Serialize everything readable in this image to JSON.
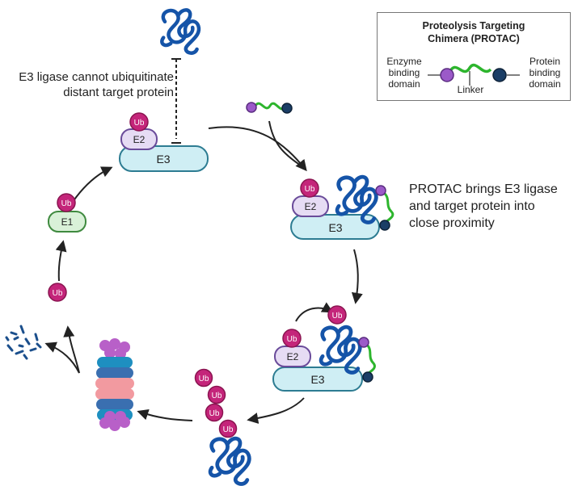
{
  "legend": {
    "title_line1": "Proteolysis Targeting",
    "title_line2": "Chimera (PROTAC)",
    "enzyme_line1": "Enzyme",
    "enzyme_line2": "binding",
    "enzyme_line3": "domain",
    "protein_line1": "Protein",
    "protein_line2": "binding",
    "protein_line3": "domain",
    "linker": "Linker"
  },
  "notes": {
    "distant_line1": "E3 ligase cannot ubiquitinate",
    "distant_line2": "distant target protein",
    "proximity_line1": "PROTAC brings E3 ligase",
    "proximity_line2": "and target protein into",
    "proximity_line3": "close proximity"
  },
  "labels": {
    "ub": "Ub",
    "e1": "E1",
    "e2": "E2",
    "e3": "E3"
  },
  "colors": {
    "ub_fill": "#c4257a",
    "ub_stroke": "#8a1450",
    "e1_fill": "#d9f1d8",
    "e1_stroke": "#3f8a3f",
    "e2_fill": "#e6dcf4",
    "e2_stroke": "#6a4b9a",
    "e3_fill": "#cfeef4",
    "e3_stroke": "#2d7c92",
    "protein": "#1554a8",
    "linker": "#2db52d",
    "enzyme_ligand": "#9b5ac8",
    "protein_ligand": "#1b3e66",
    "proteasome_blue": "#1e8fc0",
    "proteasome_pink": "#f29aa0",
    "proteasome_purple": "#b860c8",
    "arrow": "#222222"
  }
}
